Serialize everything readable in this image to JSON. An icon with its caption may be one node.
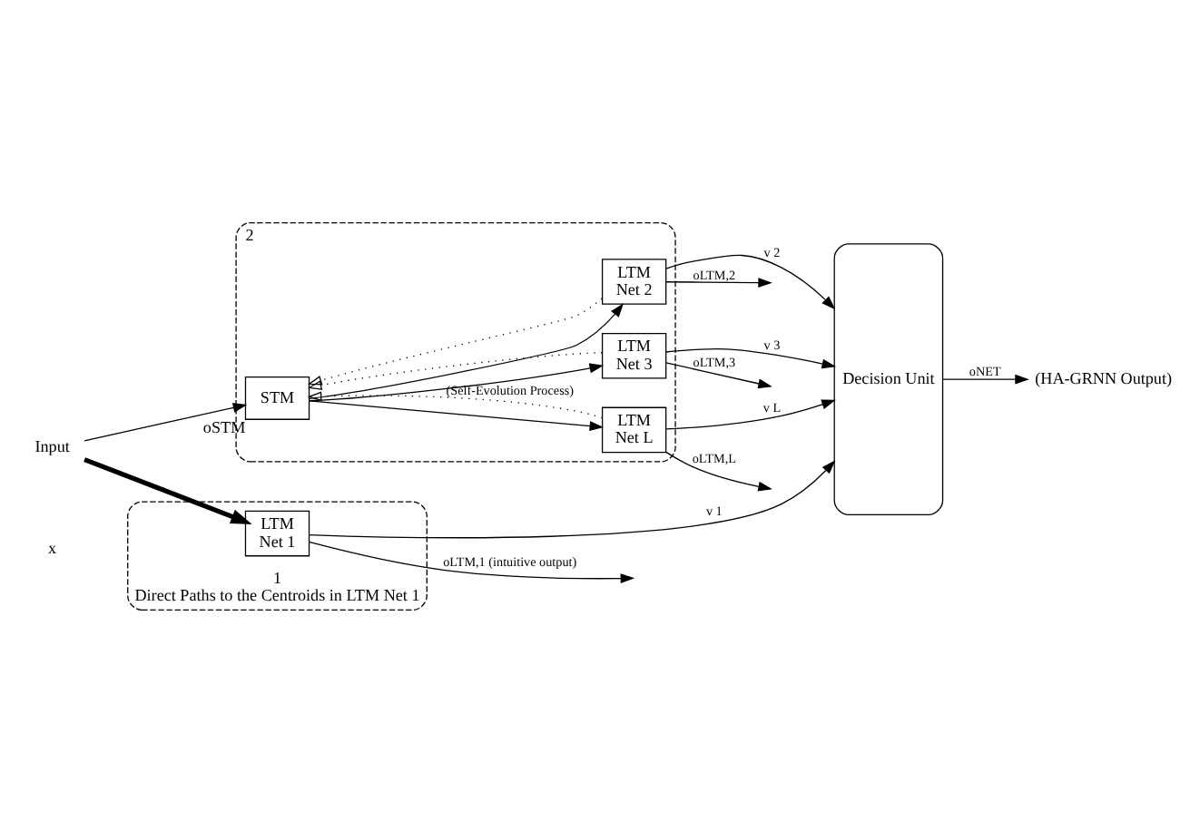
{
  "diagram": {
    "nodes": [
      {
        "text": [
          "1",
          "Direct Paths to the Centroids in LTM Net 1"
        ]
      },
      {
        "text": [
          "LTM",
          "Net 1"
        ],
        "in": 0
      },
      {
        "text": [
          "2"
        ]
      },
      {
        "text": [
          "STM"
        ],
        "in": 2,
        "beside": [
          "oSTM"
        ]
      },
      {
        "text": [
          "LTM",
          "Net 2"
        ],
        "in": 2
      },
      {
        "text": [
          "LTM",
          "Net 3"
        ],
        "in": 2
      },
      {
        "text": [
          "LTM",
          "Net L"
        ],
        "in": 2
      },
      {
        "text": [
          "Decision Unit"
        ]
      },
      {
        "text": [
          "Input"
        ]
      },
      {
        "text": [
          "(HA-GRNN Output)"
        ]
      }
    ],
    "edges": [
      {
        "from": 8,
        "to": 1,
        "arrow": "to",
        "style": "thick"
      },
      {
        "from": 8,
        "to": 3,
        "arrow": "to"
      },
      {
        "from": 3,
        "to": 4,
        "arrow": "to"
      },
      {
        "from": 3,
        "to": 5,
        "arrow": "to"
      },
      {
        "from": 3,
        "to": 6,
        "arrow": "to"
      },
      {
        "from": 1,
        "to": null,
        "arrow": "to",
        "label": "oLTM,1 (intuitive output)"
      },
      {
        "from": 1,
        "to": 7,
        "arrow": "to",
        "label": "v 1"
      },
      {
        "from": 4,
        "to": null,
        "arrow": "to",
        "label": "oLTM,2"
      },
      {
        "from": 4,
        "to": 7,
        "arrow": "to",
        "label": "v 2"
      },
      {
        "from": 5,
        "to": null,
        "arrow": "to",
        "label": "oLTM,3"
      },
      {
        "from": 5,
        "to": 7,
        "arrow": "to",
        "label": "v 3"
      },
      {
        "from": 6,
        "to": null,
        "arrow": "to",
        "label": "oLTM,L"
      },
      {
        "from": 6,
        "to": 7,
        "arrow": "to",
        "label": "v L"
      },
      {
        "from": 4,
        "to": 3,
        "arrow": "to",
        "style": "dashed"
      },
      {
        "from": 5,
        "to": 3,
        "arrow": "to",
        "style": "dashed"
      },
      {
        "from": 6,
        "to": 3,
        "arrow": "to",
        "style": "dashed",
        "label": "(Self-Evolution Process)"
      },
      {
        "from": 7,
        "to": 9,
        "arrow": "to",
        "label": "oNET"
      }
    ],
    "labels": [
      "x"
    ]
  }
}
